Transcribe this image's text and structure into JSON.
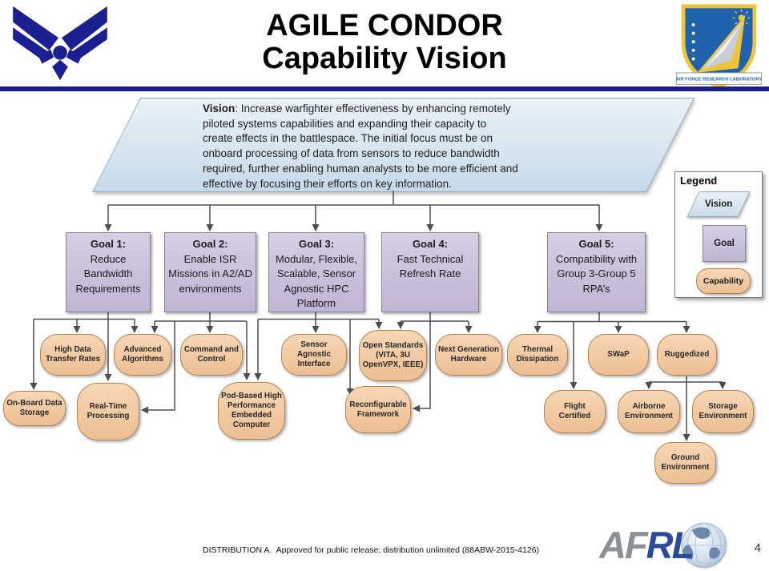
{
  "header": {
    "title_line1": "AGILE CONDOR",
    "title_line2": "Capability Vision"
  },
  "vision": {
    "label": "Vision",
    "line1_rest": ": Increase warfighter effectiveness by enhancing remotely",
    "lines": [
      "piloted systems capabilities and expanding their capacity to",
      "create effects in the battlespace. The initial focus must be on",
      "onboard processing of data from sensors to reduce bandwidth",
      "required, further enabling human analysts to be more efficient and",
      "effective by focusing their efforts on key information."
    ]
  },
  "goals": [
    {
      "title": "Goal 1:",
      "body": "Reduce Bandwidth Requirements"
    },
    {
      "title": "Goal 2:",
      "body": "Enable ISR Missions in A2/AD environments"
    },
    {
      "title": "Goal 3:",
      "body": "Modular, Flexible, Scalable, Sensor Agnostic HPC Platform"
    },
    {
      "title": "Goal 4:",
      "body": "Fast Technical Refresh Rate"
    },
    {
      "title": "Goal 5:",
      "body": "Compatibility with Group 3-Group 5 RPA’s"
    }
  ],
  "capabilities": {
    "high_data_transfer_rates": "High Data Transfer Rates",
    "advanced_algorithms": "Advanced Algorithms",
    "command_and_control": "Command and Control",
    "sensor_agnostic_interface": "Sensor Agnostic Interface",
    "open_standards": "Open Standards (VITA, 3U OpenVPX, IEEE)",
    "next_generation_hardware": "Next Generation Hardware",
    "thermal_dissipation": "Thermal Dissipation",
    "swap": "SWaP",
    "ruggedized": "Ruggedized",
    "onboard_data_storage": "On-Board Data Storage",
    "realtime_processing": "Real-Time Processing",
    "pod_based_hpec": "Pod-Based High Performance Embedded Computer",
    "reconfigurable_framework": "Reconfigurable Framework",
    "flight_certified": "Flight Certified",
    "airborne_environment": "Airborne Environment",
    "storage_environment": "Storage Environment",
    "ground_environment": "Ground Environment"
  },
  "legend": {
    "title": "Legend",
    "vision_label": "Vision",
    "goal_label": "Goal",
    "capability_label": "Capability"
  },
  "footer": {
    "distribution": "DISTRIBUTION A.  Approved for public release; distribution unlimited (88ABW-2015-4126)",
    "page_number": "4",
    "afrl_af": "AF",
    "afrl_rl": "RL",
    "shield_banner": "AIR FORCE RESEARCH LABORATORY"
  },
  "colors": {
    "header_rule_navy": "#1b1b8e",
    "vision_fill": "#d6e5f0",
    "goal_fill": "#cbc1db",
    "capability_fill": "#f2c9a1",
    "connector_gray": "#4d4d4d",
    "afrl_af_gray": "#8b8f96",
    "afrl_rl_blue": "#2a4a9d",
    "shield_blue": "#1f63ad",
    "shield_gold": "#f0c436"
  }
}
